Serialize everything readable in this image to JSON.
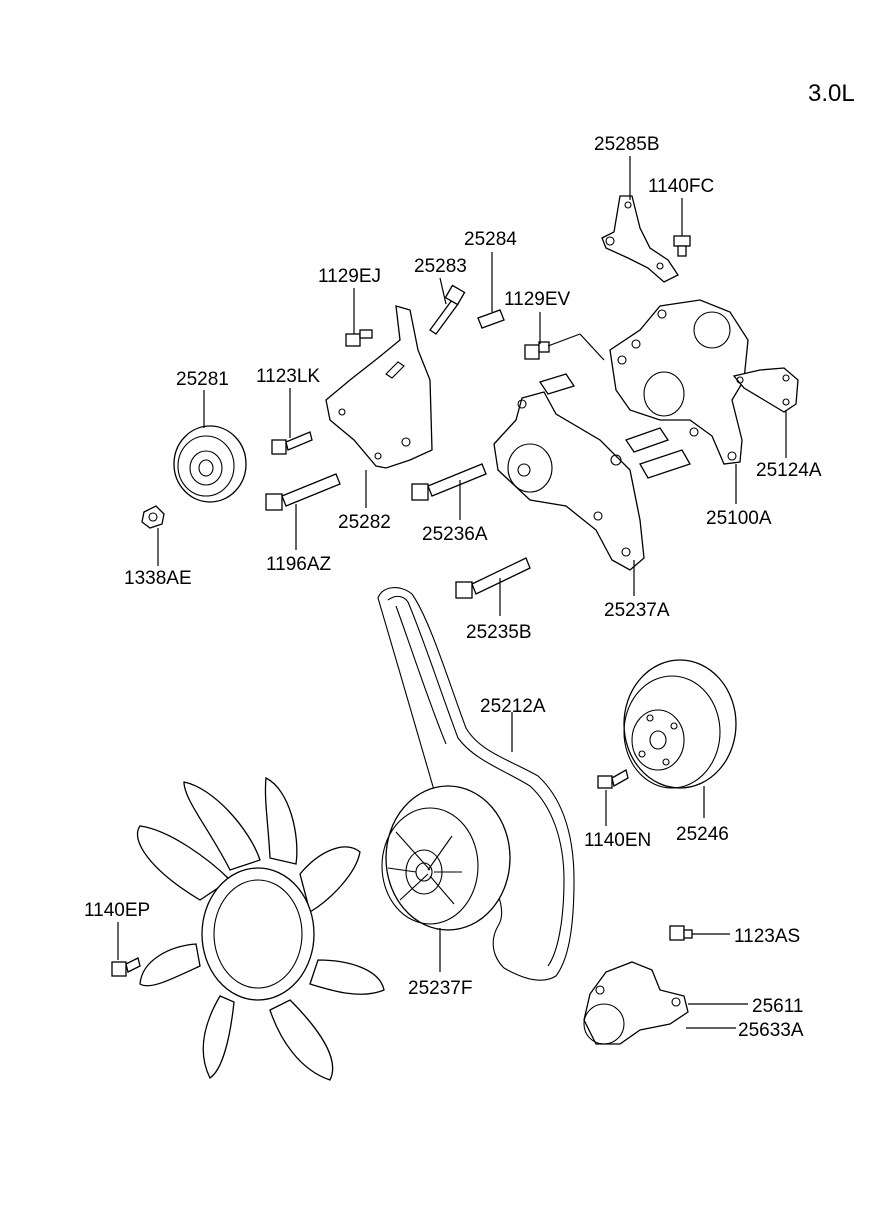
{
  "engine": "3.0L",
  "labels": {
    "p25285B": "25285B",
    "p1140FC": "1140FC",
    "p25284": "25284",
    "p25283": "25283",
    "p1129EJ": "1129EJ",
    "p1129EV": "1129EV",
    "p25281": "25281",
    "p1123LK": "1123LK",
    "p25124A": "25124A",
    "p25100A": "25100A",
    "p25282": "25282",
    "p25236A": "25236A",
    "p1338AE": "1338AE",
    "p1196AZ": "1196AZ",
    "p25237A": "25237A",
    "p25235B": "25235B",
    "p25212A": "25212A",
    "p1140EN": "1140EN",
    "p25246": "25246",
    "p1140EP": "1140EP",
    "p25237F": "25237F",
    "p1123AS": "1123AS",
    "p25611": "25611",
    "p25633A": "25633A"
  }
}
